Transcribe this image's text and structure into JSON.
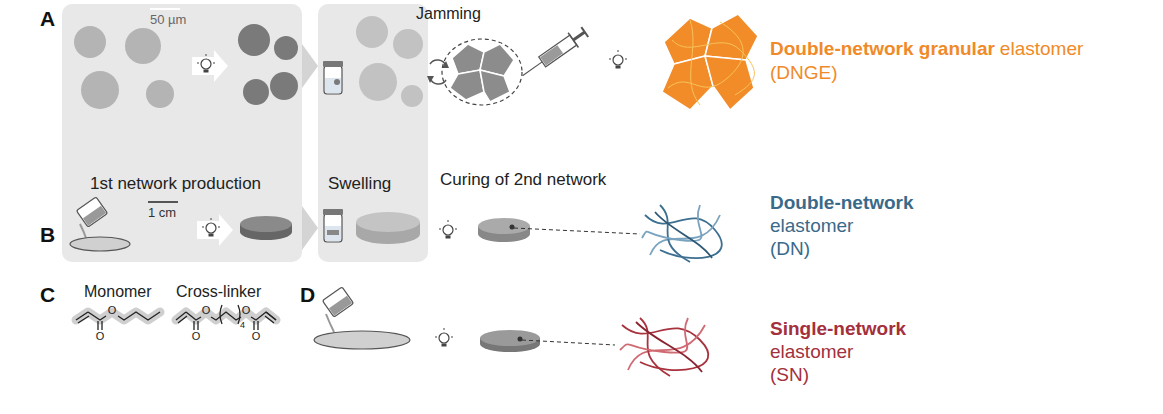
{
  "diagram": {
    "nodes": [
      {
        "text": [
          "1st network production"
        ]
      },
      {
        "text": [
          "Swelling"
        ]
      }
    ],
    "edges": [
      {
        "from": 0,
        "to": 1,
        "arrow": "to"
      },
      {
        "from": 0,
        "to": 1,
        "arrow": "to"
      }
    ],
    "labels": [
      "A",
      "50 µm",
      "Jamming",
      "Double-network granular",
      "elastomer",
      "(DNGE)",
      "Curing of 2nd network",
      "B",
      "1 cm",
      "Double-network",
      "elastomer",
      "(DN)",
      "C",
      "Monomer",
      "O",
      "O",
      "Cross-linker",
      "O",
      "O",
      "4",
      "O",
      "O",
      "D",
      "Single-network",
      "elastomer",
      "(SN)"
    ]
  }
}
